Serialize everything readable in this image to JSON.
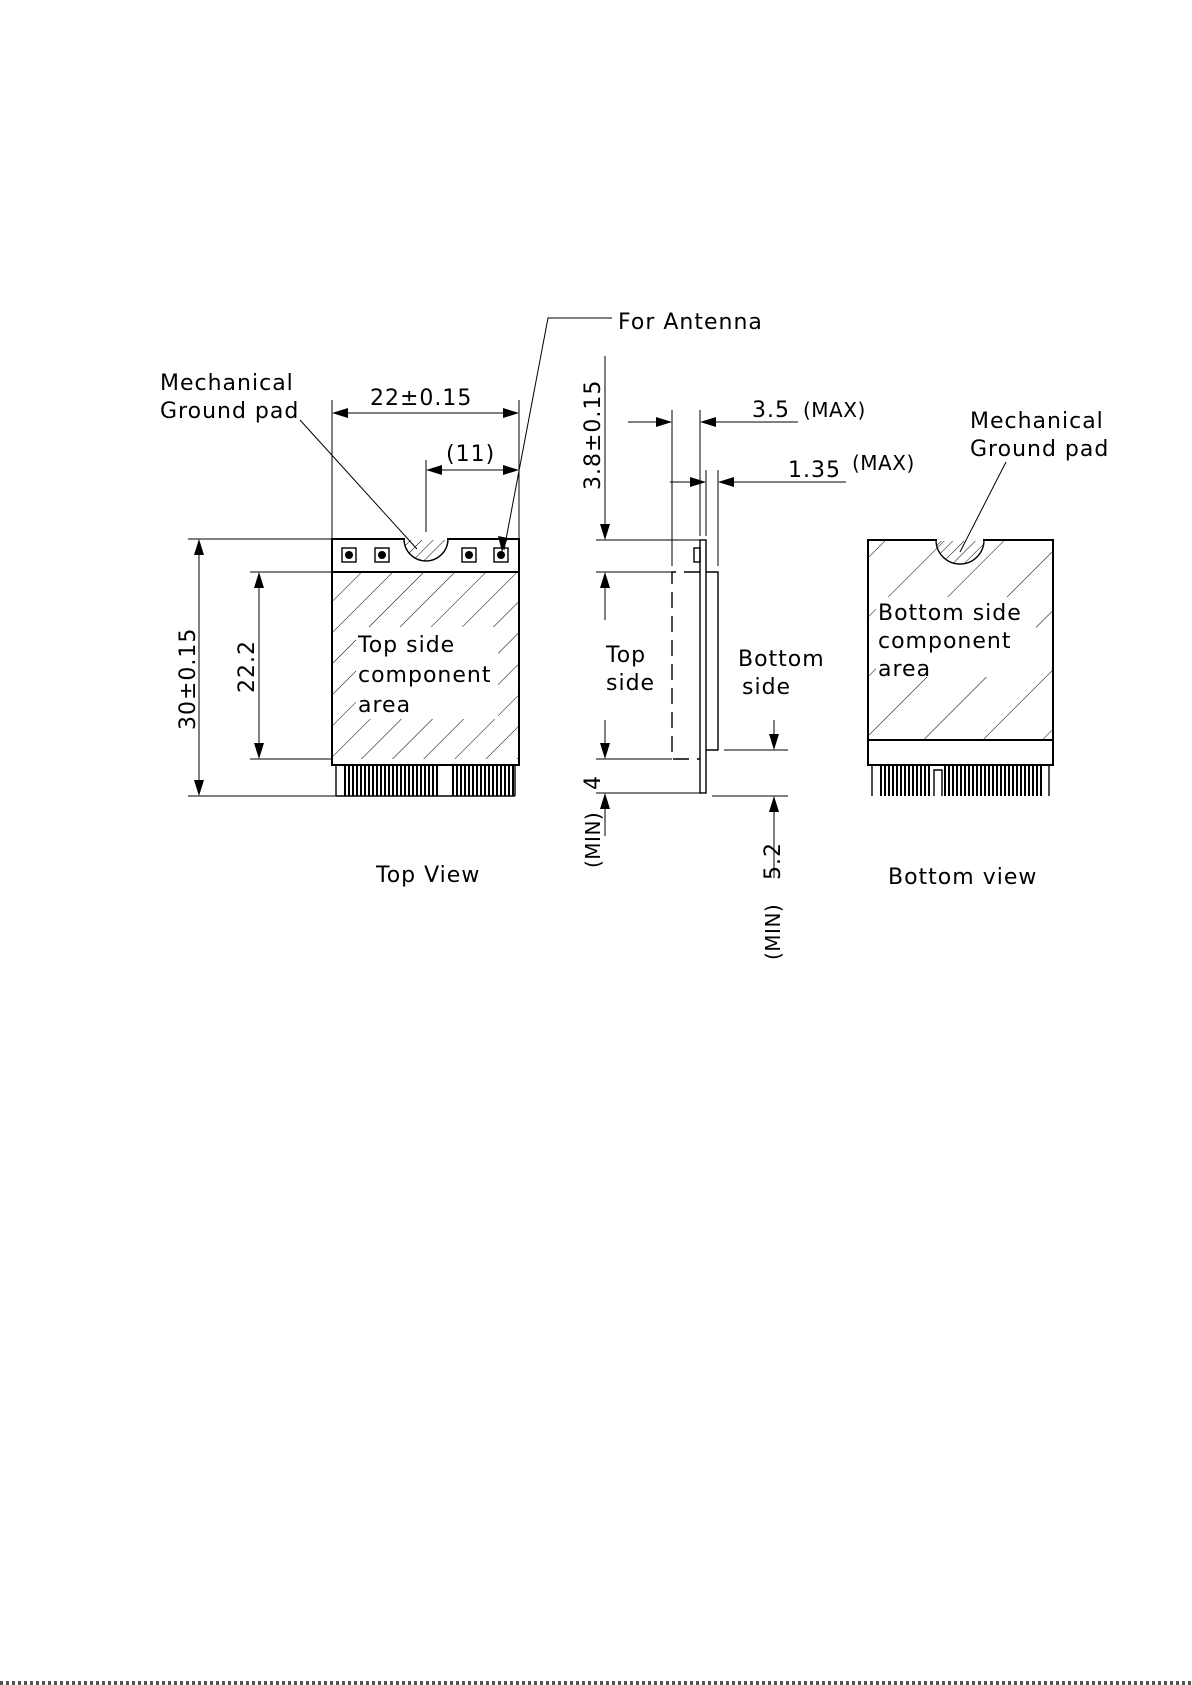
{
  "labels": {
    "for_antenna": "For Antenna",
    "mech_ground_pad_top_1": "Mechanical",
    "mech_ground_pad_top_2": "Ground  pad",
    "mech_ground_pad_bottom_1": "Mechanical",
    "mech_ground_pad_bottom_2": "Ground  pad",
    "top_side_area_1": "Top  side",
    "top_side_area_2": "component",
    "top_side_area_3": "area",
    "bottom_side_area_1": "Bottom  side",
    "bottom_side_area_2": "component",
    "bottom_side_area_3": "area",
    "top_side_1": "Top",
    "top_side_2": "side",
    "bottom_side_1": "Bottom",
    "bottom_side_2": "side"
  },
  "dimensions": {
    "width": "22±0.15",
    "half_width": "(11)",
    "height": "30±0.15",
    "component_height": "22.2",
    "top_clearance": "3.8±0.15",
    "thickness_top": "3.5",
    "thickness_top_note": "(MAX)",
    "thickness_bottom": "1.35",
    "thickness_bottom_note": "(MAX)",
    "gap_top": "4",
    "gap_top_note": "(MIN)",
    "gap_bottom": "5.2",
    "gap_bottom_note": "(MIN)"
  },
  "view_titles": {
    "top": "Top  View",
    "bottom": "Bottom  view"
  }
}
